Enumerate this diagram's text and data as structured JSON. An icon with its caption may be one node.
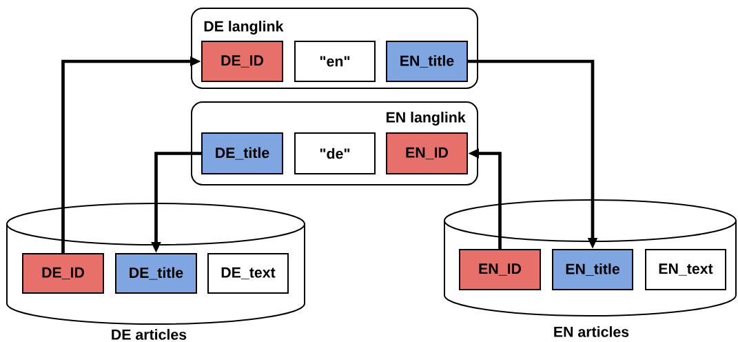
{
  "diagram": {
    "nodes": [
      {
        "text": [
          "DE langlink"
        ]
      },
      {
        "text": [
          "DE_ID"
        ],
        "in": 0
      },
      {
        "text": [
          "\"en\""
        ],
        "in": 0
      },
      {
        "text": [
          "EN_title"
        ],
        "in": 0
      },
      {
        "text": [
          "EN langlink"
        ]
      },
      {
        "text": [
          "DE_title"
        ],
        "in": 4
      },
      {
        "text": [
          "\"de\""
        ],
        "in": 4
      },
      {
        "text": [
          "EN_ID"
        ],
        "in": 4
      },
      {
        "text": [
          "DE articles"
        ]
      },
      {
        "text": [
          "DE_ID"
        ],
        "in": 8
      },
      {
        "text": [
          "DE_title"
        ],
        "in": 8
      },
      {
        "text": [
          "DE_text"
        ],
        "in": 8
      },
      {
        "text": [
          "EN articles"
        ]
      },
      {
        "text": [
          "EN_ID"
        ],
        "in": 12
      },
      {
        "text": [
          "EN_title"
        ],
        "in": 12
      },
      {
        "text": [
          "EN_text"
        ],
        "in": 12
      }
    ],
    "edges": [
      {
        "from": 9,
        "to": 1,
        "arrow": "to"
      },
      {
        "from": 3,
        "to": 14,
        "arrow": "to"
      },
      {
        "from": 5,
        "to": 10,
        "arrow": "to"
      },
      {
        "from": 13,
        "to": 7,
        "arrow": "to"
      }
    ]
  }
}
